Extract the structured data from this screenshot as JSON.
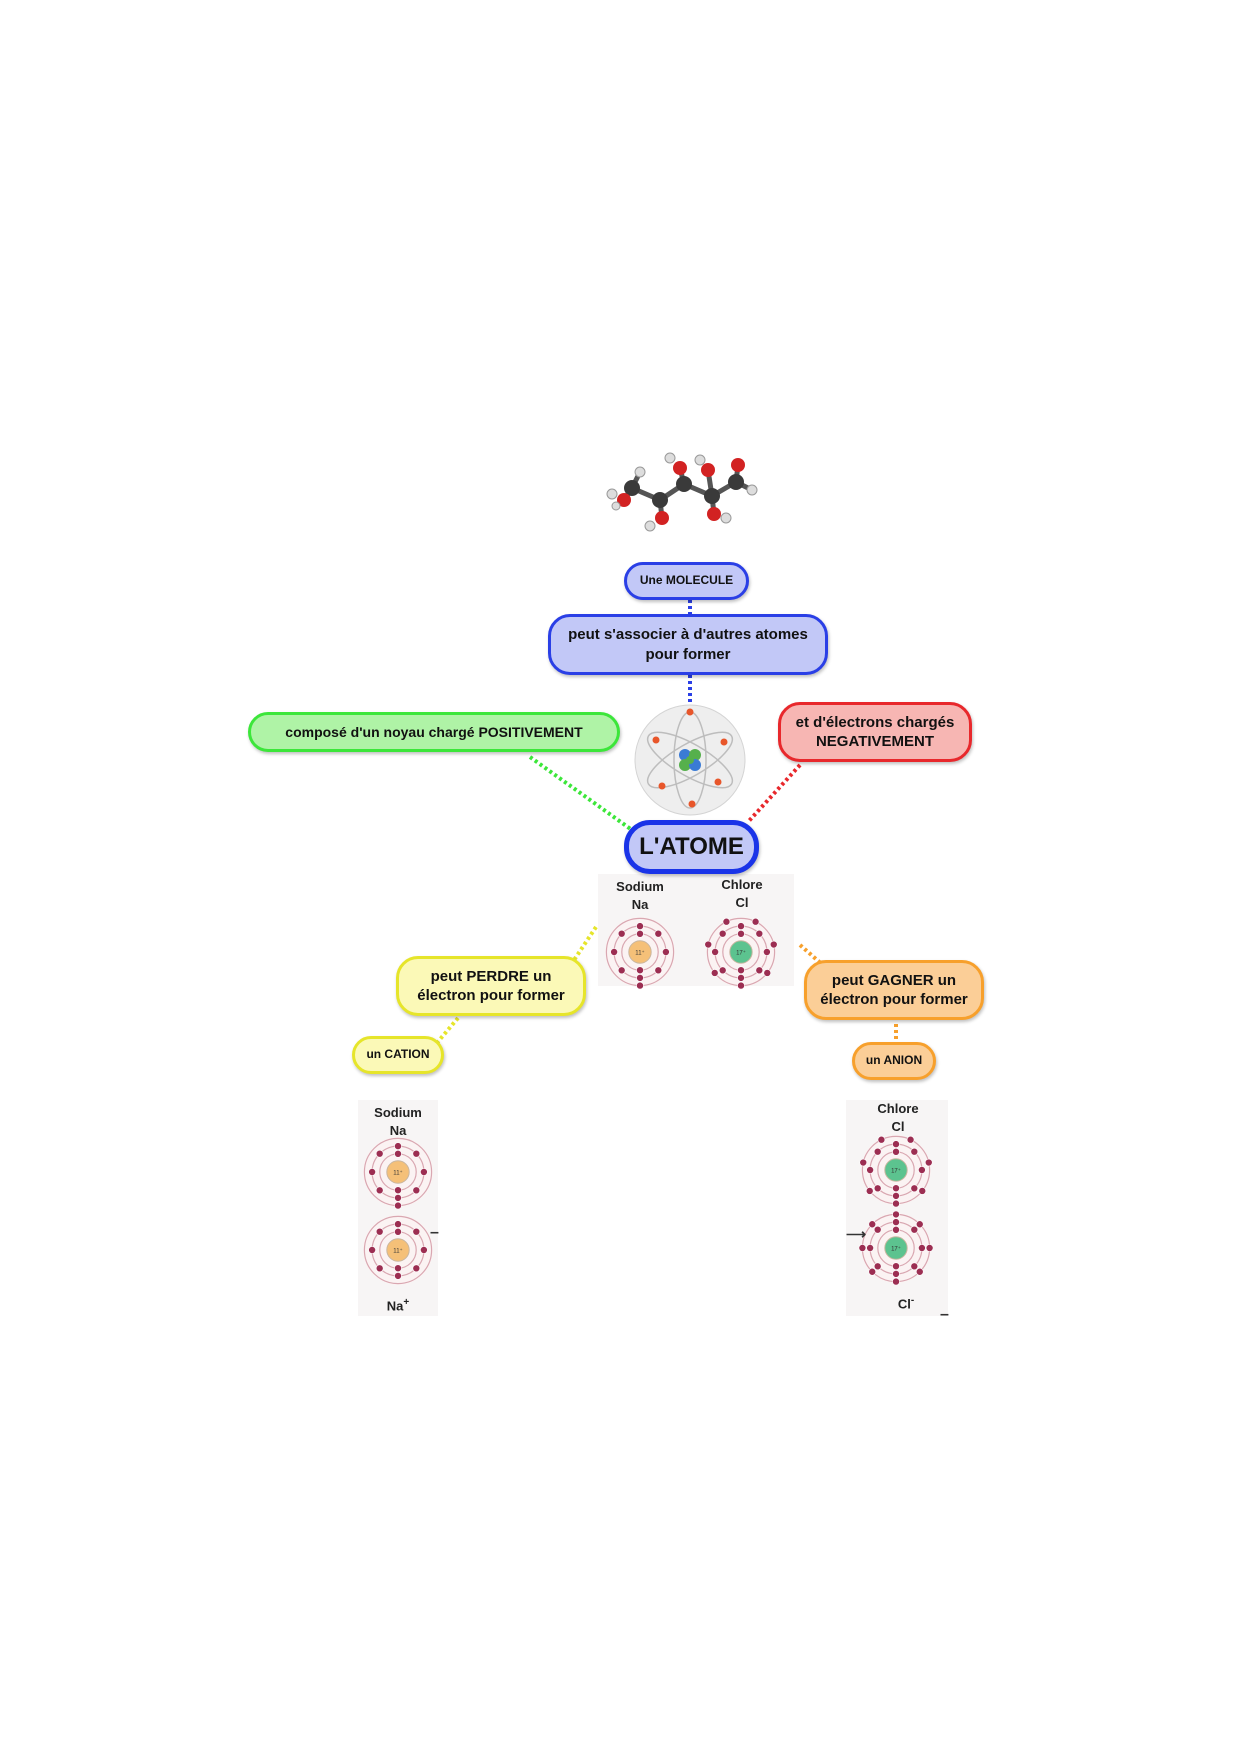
{
  "nodes": {
    "molecule": "Une MOLECULE",
    "associate": "peut s'associer à d'autres atomes pour former",
    "nucleus": "composé d'un noyau chargé POSITIVEMENT",
    "electrons": "et d'électrons chargés NEGATIVEMENT",
    "atom": "L'ATOME",
    "lose": "peut PERDRE un électron pour former",
    "gain": "peut GAGNER un électron pour former",
    "cation": "un CATION",
    "anion": "un ANION"
  },
  "diagrams": {
    "center_sodium_name": "Sodium",
    "center_sodium_symbol": "Na",
    "center_chlore_name": "Chlore",
    "center_chlore_symbol": "Cl",
    "left_sodium_name": "Sodium",
    "left_sodium_symbol": "Na",
    "left_ion": "Na",
    "left_ion_charge": "+",
    "left_minus": "–",
    "right_chlore_name": "Chlore",
    "right_chlore_symbol": "Cl",
    "right_ion": "Cl",
    "right_ion_charge": "-",
    "right_minus": "–",
    "right_arrow": "⟶",
    "sodium_nucleus": "11⁺",
    "chlore_nucleus": "17⁺"
  },
  "colors": {
    "blue": "#2a3fe6",
    "green": "#3ce63a",
    "red": "#e8282c",
    "yellow": "#e6e52a",
    "orange": "#f7a02c",
    "electron": "#9c2e52"
  }
}
